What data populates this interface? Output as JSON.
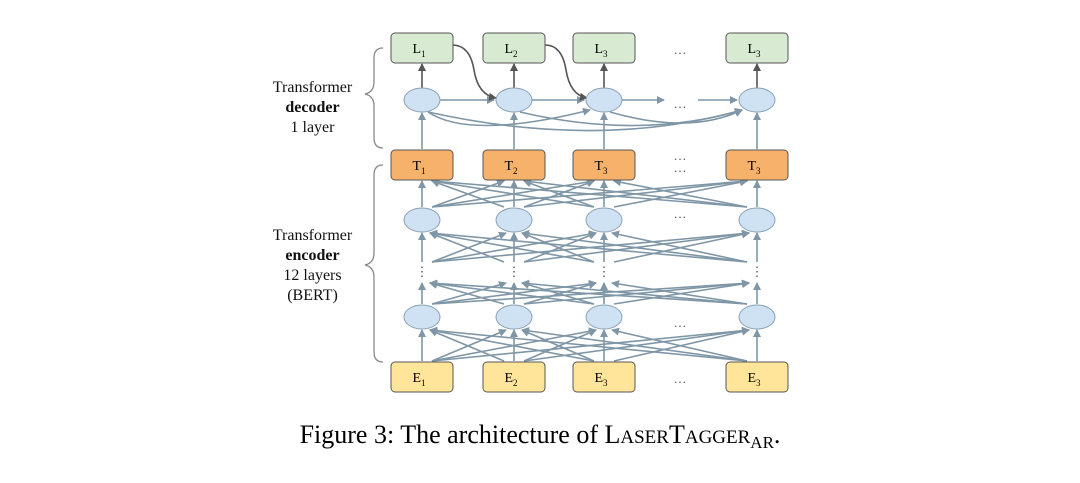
{
  "decoder_label": {
    "line1": "Transformer",
    "line2": "decoder",
    "line3": "1 layer"
  },
  "encoder_label": {
    "line1": "Transformer",
    "line2": "encoder",
    "line3": "12 layers",
    "line4": "(BERT)"
  },
  "output_labels": [
    {
      "base": "L",
      "sub": "1"
    },
    {
      "base": "L",
      "sub": "2"
    },
    {
      "base": "L",
      "sub": "3"
    },
    {
      "base": "L",
      "sub": "3"
    }
  ],
  "tag_labels": [
    {
      "base": "T",
      "sub": "1"
    },
    {
      "base": "T",
      "sub": "2"
    },
    {
      "base": "T",
      "sub": "3"
    },
    {
      "base": "T",
      "sub": "3"
    }
  ],
  "embedding_labels": [
    {
      "base": "E",
      "sub": "1"
    },
    {
      "base": "E",
      "sub": "2"
    },
    {
      "base": "E",
      "sub": "3"
    },
    {
      "base": "E",
      "sub": "3"
    }
  ],
  "ellipsis": "…",
  "vertical_ellipsis": "⋮",
  "caption": {
    "prefix": "Figure 3: The architecture of ",
    "name_L": "L",
    "name_aser": "ASER",
    "name_T": "T",
    "name_agger": "AGGER",
    "name_sub": "AR",
    "suffix": "."
  },
  "colors": {
    "output_fill": "#d9ead3",
    "tag_fill": "#f6b26b",
    "embed_fill": "#ffe599",
    "node_fill": "#cfe2f3",
    "arrow": "#7f96a6",
    "arrow_dark": "#555555",
    "box_stroke": "#555555"
  }
}
